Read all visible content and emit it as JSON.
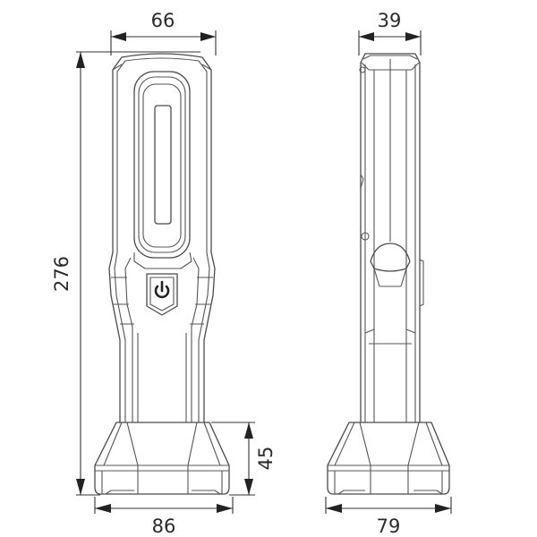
{
  "drawing": {
    "subject": "Work light dimension drawing",
    "views": [
      {
        "name": "front-view"
      },
      {
        "name": "side-view"
      }
    ],
    "dimensions": {
      "front_width": "66",
      "side_width": "39",
      "overall_height": "276",
      "base_height": "45",
      "front_base_width": "86",
      "side_base_width": "79"
    },
    "units_visible": "",
    "icons": {
      "power_button": "power-icon"
    },
    "colors": {
      "line": "#4a4a4a",
      "background": "#ffffff"
    }
  }
}
